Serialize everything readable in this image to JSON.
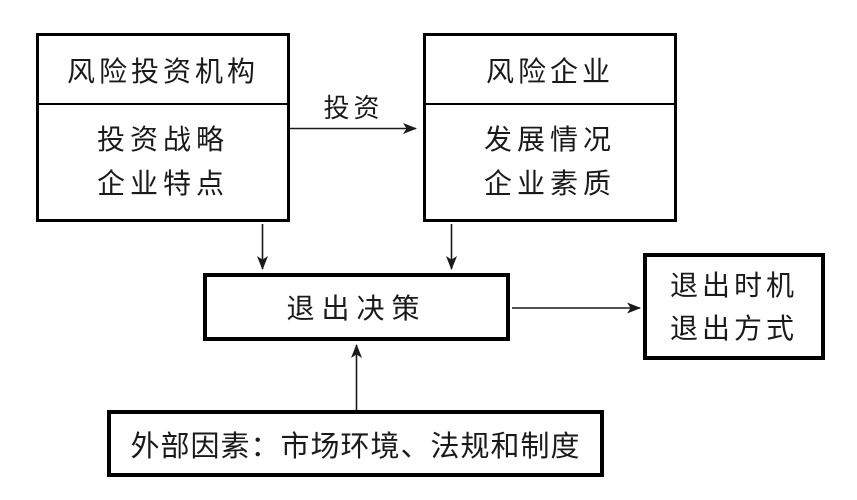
{
  "canvas": {
    "background": "#ffffff",
    "ink": "#1a1a1a",
    "border_color": "#000000"
  },
  "boxes": {
    "vc_institution": {
      "header": "风险投资机构",
      "lines": [
        "投资战略",
        "企业特点"
      ]
    },
    "venture_enterprise": {
      "header": "风险企业",
      "lines": [
        "发展情况",
        "企业素质"
      ]
    },
    "exit_decision": {
      "label": "退出决策"
    },
    "exit_outcome": {
      "lines": [
        "退出时机",
        "退出方式"
      ]
    },
    "external_factors": {
      "label": "外部因素：市场环境、法规和制度"
    }
  },
  "arrows": {
    "investment": {
      "label": "投资",
      "from": "风险投资机构",
      "to": "风险企业"
    },
    "vc_to_decision": {
      "from": "风险投资机构",
      "to": "退出决策"
    },
    "ve_to_decision": {
      "from": "风险企业",
      "to": "退出决策"
    },
    "decision_to_outcome": {
      "from": "退出决策",
      "to": "退出时机 退出方式"
    },
    "external_to_decision": {
      "from": "外部因素",
      "to": "退出决策"
    }
  }
}
